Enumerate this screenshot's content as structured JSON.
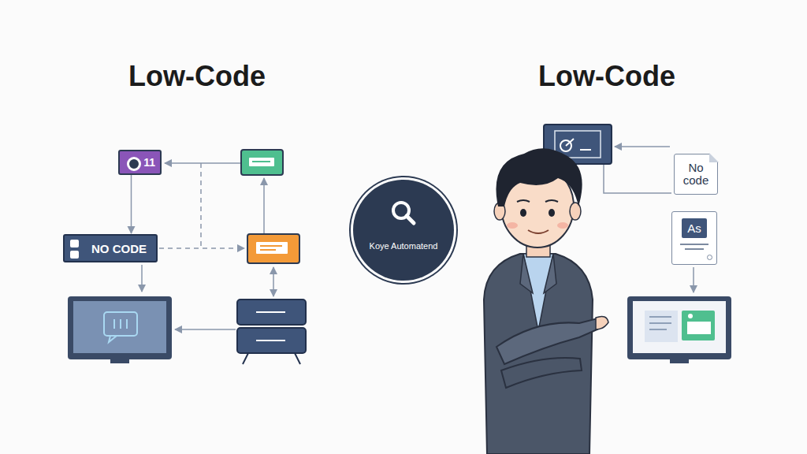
{
  "diagram": {
    "nodes": [
      {
        "text": [
          "11"
        ]
      },
      {
        "text": [
          "NO CODE"
        ]
      },
      {
        "text": [
          "Koye Automatend"
        ]
      },
      {
        "text": [
          "No code"
        ]
      },
      {
        "text": [
          "As"
        ]
      }
    ],
    "edges": [
      {
        "from": 0,
        "to": 1,
        "arrow": "to"
      }
    ],
    "labels": [
      "Low-Code",
      "Low-Code"
    ]
  }
}
